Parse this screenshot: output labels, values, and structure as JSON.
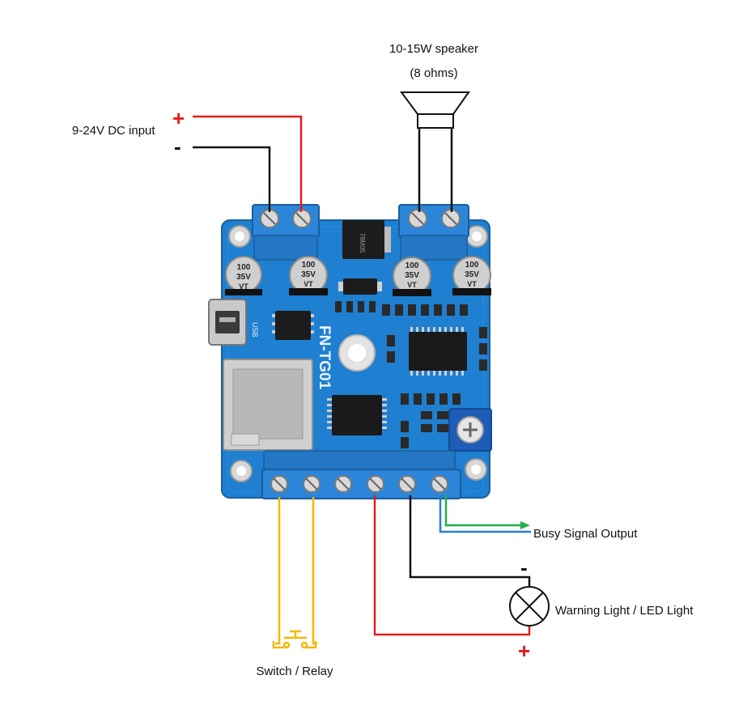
{
  "labels": {
    "speaker_line1": "10-15W speaker",
    "speaker_line2": "(8 ohms)",
    "dc_input": "9-24V DC input",
    "busy_signal": "Busy Signal Output",
    "warning_light": "Warning Light / LED Light",
    "switch_relay": "Switch / Relay"
  },
  "signs": {
    "dc_plus": "+",
    "dc_minus": "-",
    "light_minus": "-",
    "light_plus": "+"
  },
  "board": {
    "silk_model": "FN-TG01",
    "usb_label": "USB",
    "chip_regulator": "78M05",
    "cap_values": [
      "100",
      "35V",
      "VT"
    ]
  },
  "colors": {
    "board_blue": "#1f7fd0",
    "terminal_blue": "#2b86d9",
    "wire_red": "#e41c1c",
    "wire_black": "#111111",
    "wire_yellow": "#f5b800",
    "wire_green": "#1fb04a",
    "wire_blue": "#2a7fd4"
  }
}
